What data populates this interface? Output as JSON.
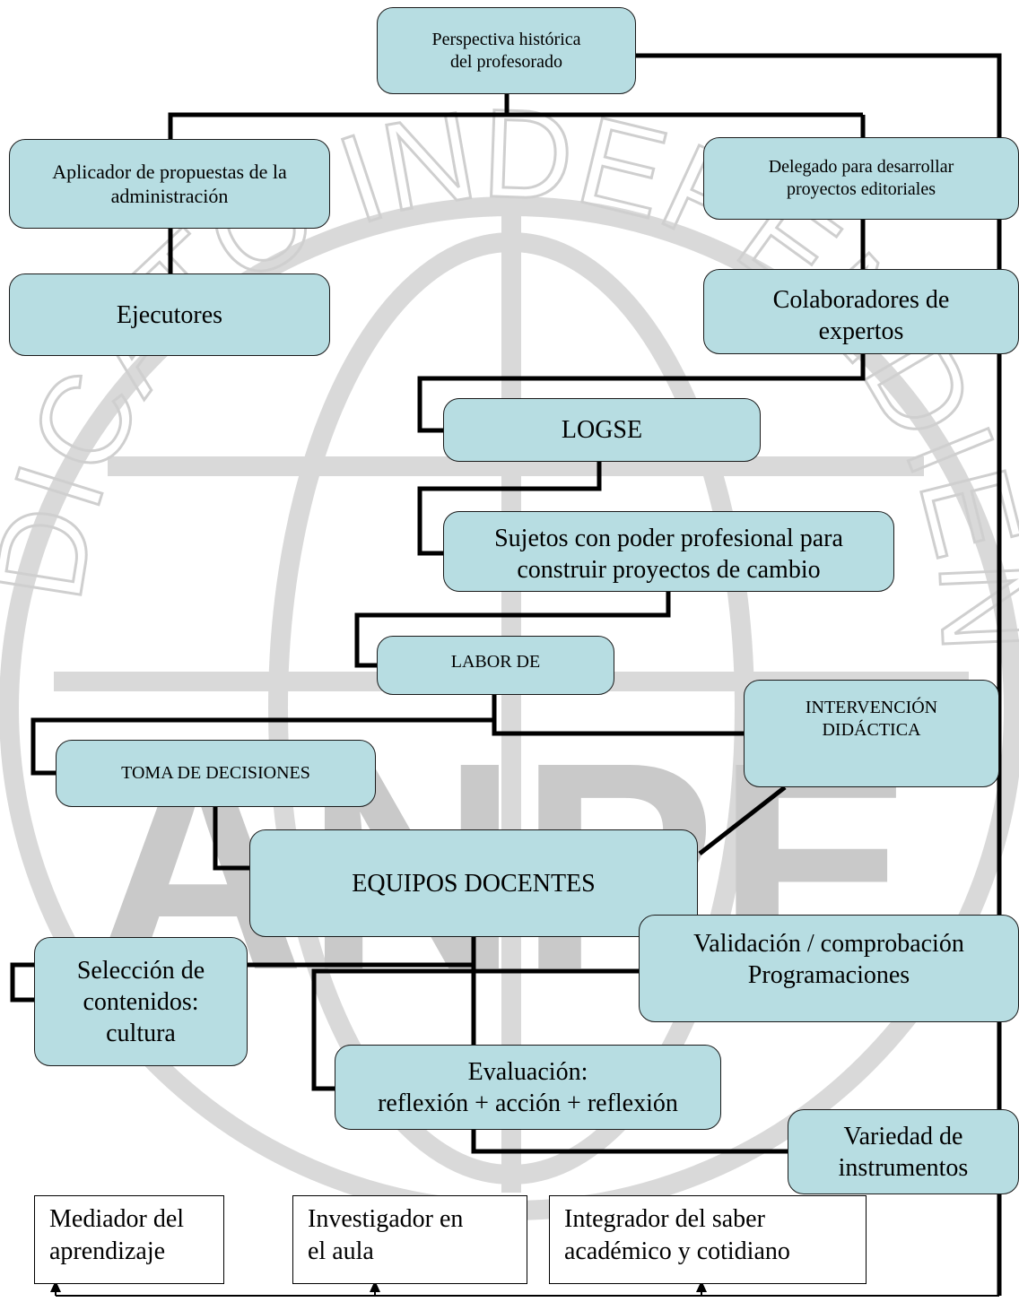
{
  "watermark": {
    "arc_text": "SINDICATO INDEPENDIENTE",
    "logo_text": "ANPE"
  },
  "nodes": {
    "perspectiva": "Perspectiva histórica\ndel profesorado",
    "aplicador": "Aplicador de propuestas de la\nadministración",
    "delegado": "Delegado para desarrollar\nproyectos editoriales",
    "ejecutores": "Ejecutores",
    "colaboradores": "Colaboradores de\nexpertos",
    "logse": "LOGSE",
    "sujetos": "Sujetos con poder profesional para\nconstruir proyectos de cambio",
    "labor": "LABOR DE",
    "intervencion": "INTERVENCIÓN\nDIDÁCTICA",
    "toma": "TOMA DE DECISIONES",
    "equipos": "EQUIPOS DOCENTES",
    "seleccion": "Selección de\ncontenidos:\ncultura",
    "validacion": "Validación / comprobación\nProgramaciones",
    "evaluacion": "Evaluación:\nreflexión + acción + reflexión",
    "variedad": "Variedad de\ninstrumentos"
  },
  "roles": {
    "mediador": "Mediador del\naprendizaje",
    "investigador": "Investigador en\nel aula",
    "integrador": "Integrador del saber\nacadémico y cotidiano"
  }
}
